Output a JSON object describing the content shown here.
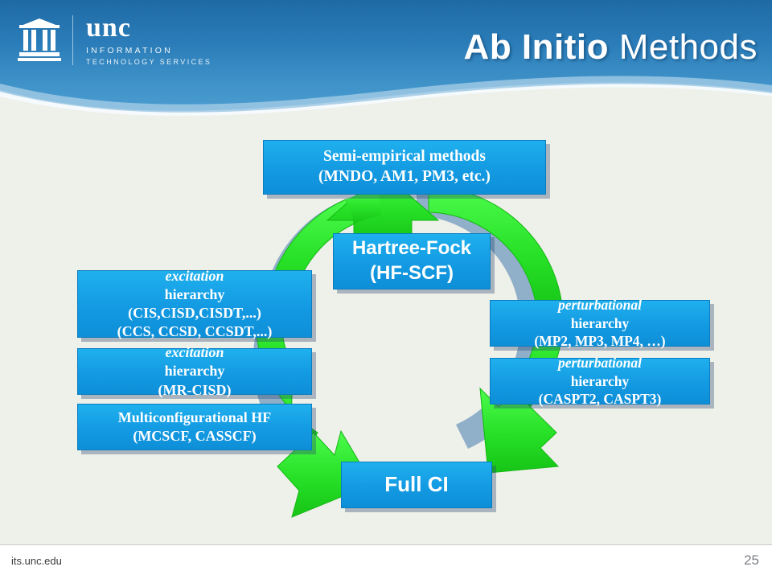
{
  "header": {
    "title_bold": "Ab Initio",
    "title_rest": " Methods",
    "logo": {
      "name": "unc",
      "line1": "INFORMATION",
      "line2": "TECHNOLOGY SERVICES"
    }
  },
  "footer": {
    "url": "its.unc.edu",
    "page": "25"
  },
  "diagram": {
    "type": "cycle",
    "boxes": [
      {
        "id": "semi-empirical",
        "lines": [
          "Semi-empirical methods",
          "(MNDO, AM1, PM3, etc.)"
        ]
      },
      {
        "id": "hartree-fock",
        "lines": [
          "Hartree-Fock",
          "(HF-SCF)"
        ]
      },
      {
        "id": "excitation-hierarchy-1",
        "lines": [
          "excitation hierarchy",
          "(CIS,CISD,CISDT,...)",
          "(CCS, CCSD, CCSDT,...)"
        ],
        "italic_first_word": "excitation"
      },
      {
        "id": "excitation-hierarchy-2",
        "lines": [
          "excitation hierarchy",
          "(MR-CISD)"
        ],
        "italic_first_word": "excitation"
      },
      {
        "id": "multiconfigurational-hf",
        "lines": [
          "Multiconfigurational HF",
          "(MCSCF, CASSCF)"
        ]
      },
      {
        "id": "perturbational-hierarchy-1",
        "lines": [
          "perturbational hierarchy",
          "(MP2, MP3, MP4, …)"
        ],
        "italic_first_word": "perturbational"
      },
      {
        "id": "perturbational-hierarchy-2",
        "lines": [
          "perturbational hierarchy",
          "(CASPT2, CASPT3)"
        ],
        "italic_first_word": "perturbational"
      },
      {
        "id": "full-ci",
        "lines": [
          "Full CI"
        ]
      }
    ],
    "colors": {
      "box_fill": "#15a0e4",
      "box_border": "#0b7cc0",
      "arrow_fill": "#2fe02f",
      "arrow_shadow": "#1d5fa0",
      "header_blue": "#2a7cb8",
      "slide_bg": "#eef0ea"
    }
  },
  "text": {
    "semi_l1": "Semi-empirical methods",
    "semi_l2": "(MNDO, AM1, PM3, etc.)",
    "hf_l1": "Hartree-Fock",
    "hf_l2": "(HF-SCF)",
    "exc1_l1_it": "excitation",
    "exc1_l1_rest": " hierarchy",
    "exc1_l2": "(CIS,CISD,CISDT,...)",
    "exc1_l3": "(CCS, CCSD, CCSDT,...)",
    "exc2_l1_it": "excitation",
    "exc2_l1_rest": " hierarchy",
    "exc2_l2": "(MR-CISD)",
    "mcscf_l1": "Multiconfigurational HF",
    "mcscf_l2": "(MCSCF, CASSCF)",
    "pert1_l1_it": "perturbational",
    "pert1_l1_rest": " hierarchy",
    "pert1_l2": "(MP2, MP3, MP4, …)",
    "pert2_l1_it": "perturbational",
    "pert2_l1_rest": " hierarchy",
    "pert2_l2": "(CASPT2, CASPT3)",
    "fullci": "Full CI"
  }
}
